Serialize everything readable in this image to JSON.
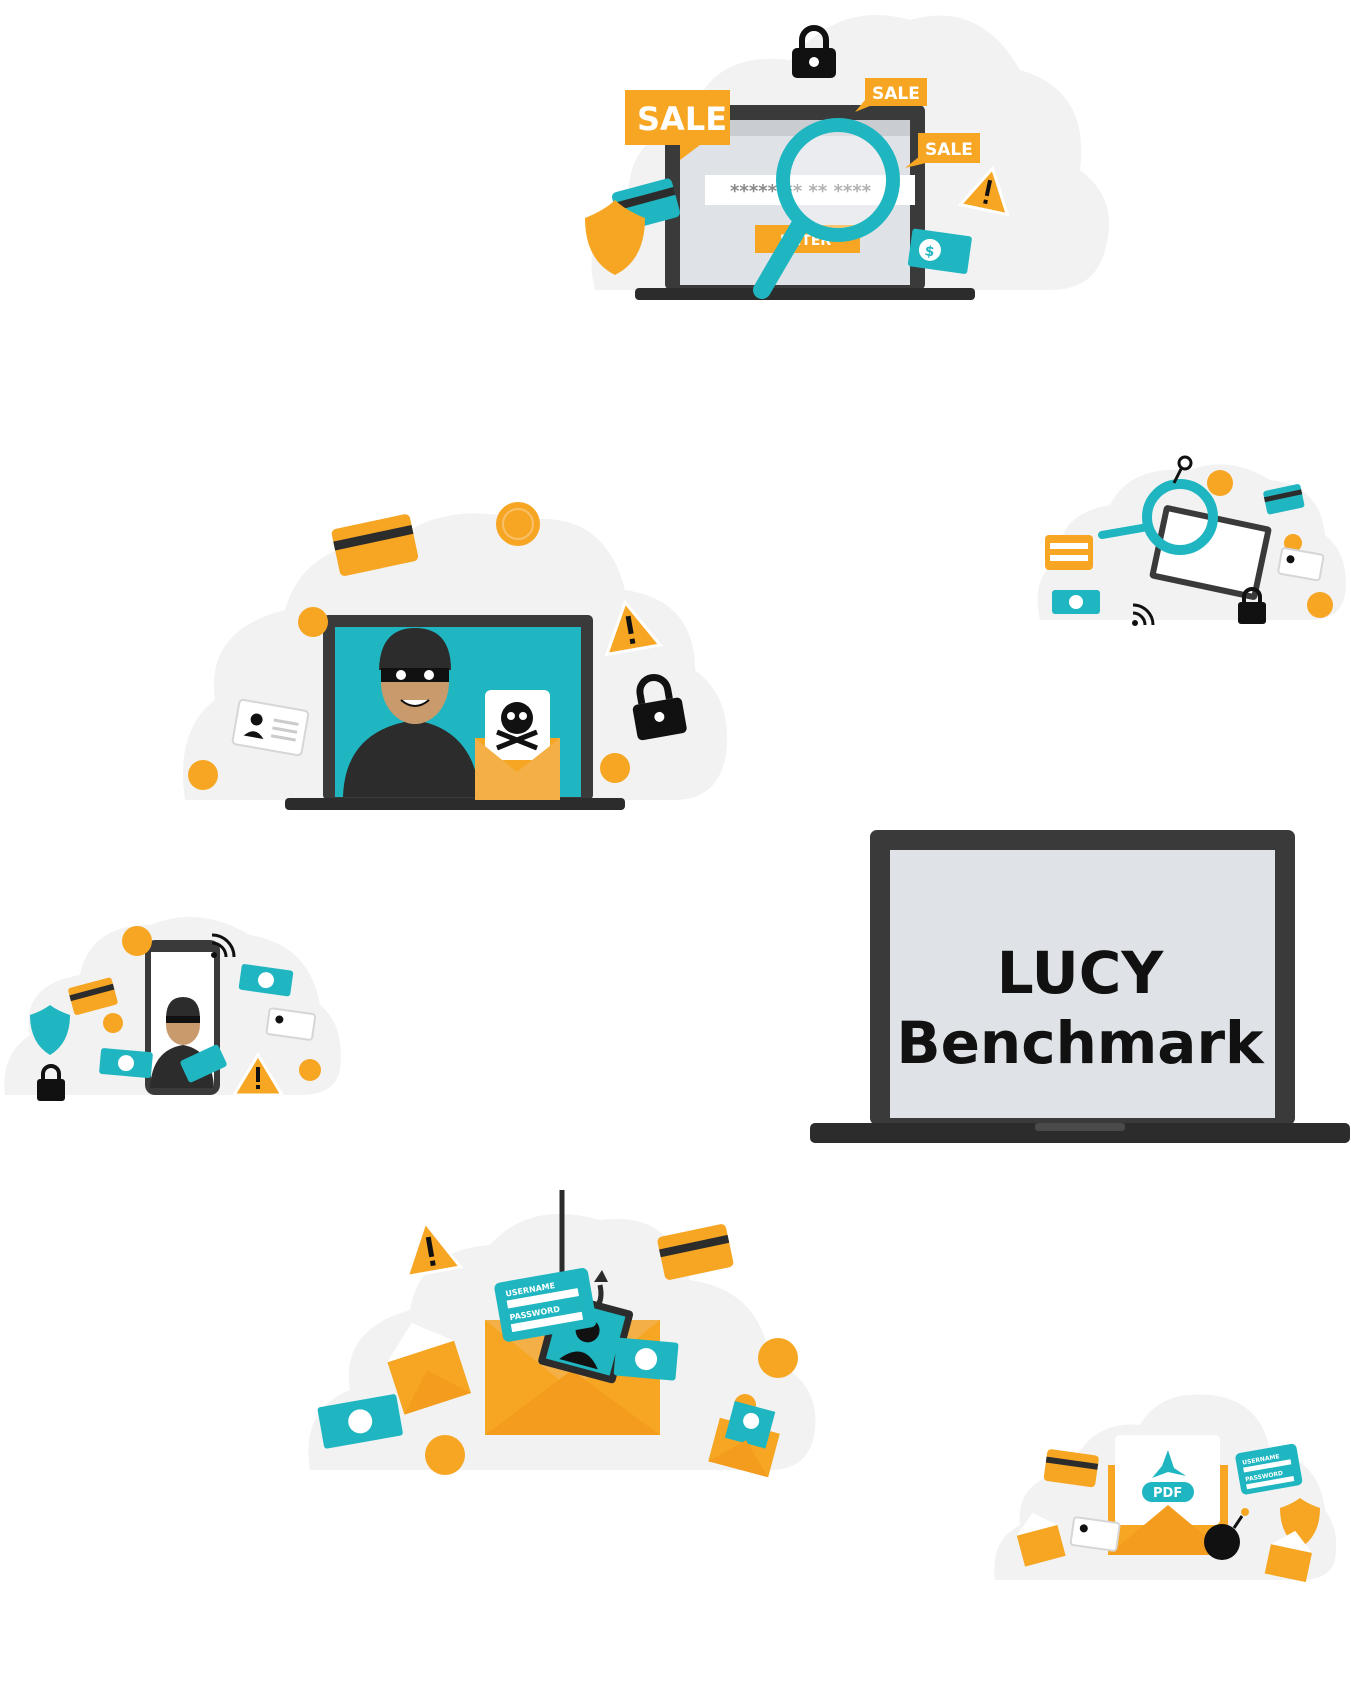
{
  "colors": {
    "orange": "#F6A623",
    "teal": "#1FB6C1",
    "dark": "#3A3A3A",
    "cloud": "#F2F2F2",
    "screen": "#DFE2E6"
  },
  "scenes": {
    "shopping": {
      "sale_big": "SALE",
      "sale_small_1": "SALE",
      "sale_small_2": "SALE",
      "password_mask": "*****  **  **  ****",
      "enter_button": "ENTER"
    },
    "phishing": {
      "username_label": "USERNAME",
      "password_label": "PASSWORD"
    },
    "attachment": {
      "pdf_label": "PDF",
      "username_label": "USERNAME",
      "password_label": "PASSWORD"
    }
  },
  "icons": [
    "lock-icon",
    "shield-icon",
    "credit-card-icon",
    "warning-icon",
    "banknote-icon",
    "coin-icon",
    "magnifier-icon",
    "key-icon",
    "wifi-icon",
    "id-card-icon",
    "skull-icon",
    "hacker-icon",
    "envelope-icon",
    "fish-hook-icon",
    "pdf-icon",
    "bomb-icon"
  ],
  "lucy": {
    "line1": "LUCY",
    "line2": "Benchmark"
  }
}
